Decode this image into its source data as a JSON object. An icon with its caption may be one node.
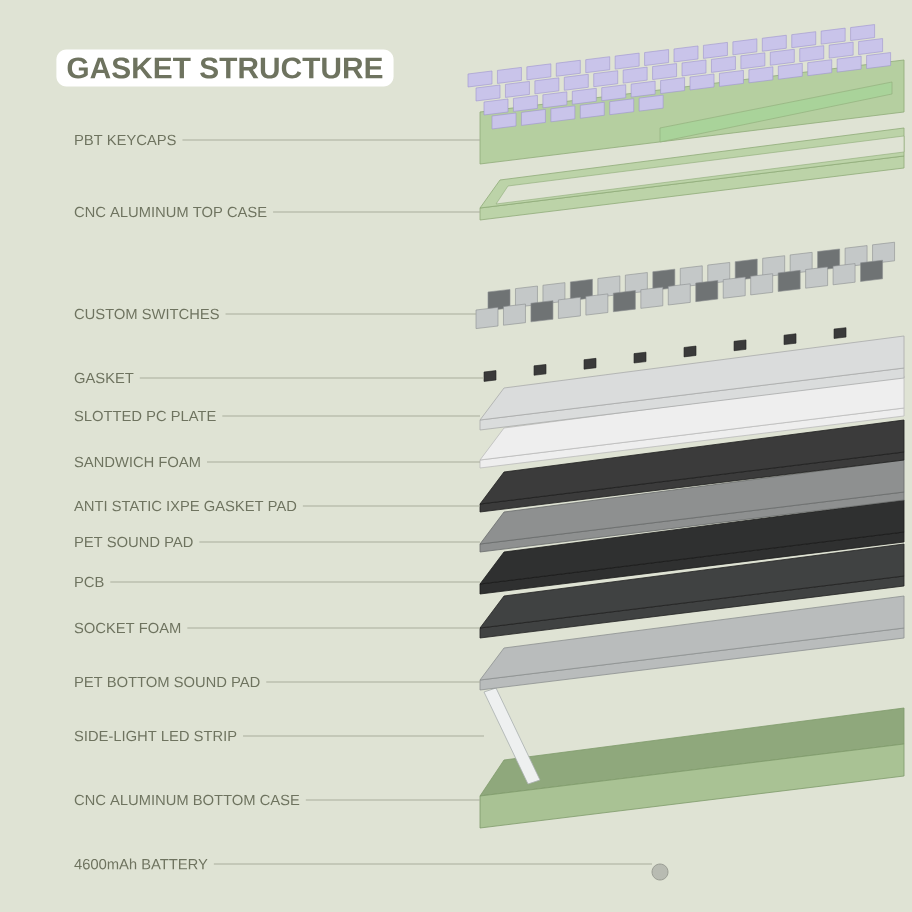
{
  "diagram": {
    "title": "GASKET STRUCTURE",
    "nodes": [
      {
        "text": [
          "PBT KEYCAPS"
        ]
      },
      {
        "text": [],
        "shape": "picture"
      },
      {
        "text": [
          "CNC ALUMINUM TOP CASE"
        ]
      },
      {
        "text": [],
        "shape": "picture"
      },
      {
        "text": [
          "CUSTOM SWITCHES"
        ]
      },
      {
        "text": [],
        "shape": "picture"
      },
      {
        "text": [
          "GASKET"
        ]
      },
      {
        "text": [],
        "shape": "picture"
      },
      {
        "text": [
          "SLOTTED PC PLATE"
        ]
      },
      {
        "text": [],
        "shape": "picture"
      },
      {
        "text": [
          "SANDWICH FOAM"
        ]
      },
      {
        "text": [],
        "shape": "picture"
      },
      {
        "text": [
          "ANTI STATIC IXPE GASKET PAD"
        ]
      },
      {
        "text": [],
        "shape": "picture"
      },
      {
        "text": [
          "PET SOUND PAD"
        ]
      },
      {
        "text": [],
        "shape": "picture"
      },
      {
        "text": [
          "PCB"
        ]
      },
      {
        "text": [],
        "shape": "picture"
      },
      {
        "text": [
          "SOCKET FOAM"
        ]
      },
      {
        "text": [],
        "shape": "picture"
      },
      {
        "text": [
          "PET BOTTOM SOUND PAD"
        ]
      },
      {
        "text": [],
        "shape": "picture"
      },
      {
        "text": [
          "SIDE-LIGHT LED STRIP"
        ]
      },
      {
        "text": [],
        "shape": "picture"
      },
      {
        "text": [
          "CNC ALUMINUM BOTTOM CASE"
        ]
      },
      {
        "text": [],
        "shape": "picture"
      },
      {
        "text": [
          "4600mAh BATTERY"
        ]
      },
      {
        "text": [],
        "shape": "circle"
      }
    ],
    "edges": [
      {
        "from": 0,
        "to": 1,
        "arrow": "none"
      },
      {
        "from": 2,
        "to": 3,
        "arrow": "none"
      },
      {
        "from": 4,
        "to": 5,
        "arrow": "none"
      },
      {
        "from": 6,
        "to": 7,
        "arrow": "none"
      },
      {
        "from": 8,
        "to": 9,
        "arrow": "none"
      },
      {
        "from": 10,
        "to": 11,
        "arrow": "none"
      },
      {
        "from": 12,
        "to": 13,
        "arrow": "none"
      },
      {
        "from": 14,
        "to": 15,
        "arrow": "none"
      },
      {
        "from": 16,
        "to": 17,
        "arrow": "none"
      },
      {
        "from": 18,
        "to": 19,
        "arrow": "none"
      },
      {
        "from": 20,
        "to": 21,
        "arrow": "none"
      },
      {
        "from": 22,
        "to": 23,
        "arrow": "none"
      },
      {
        "from": 24,
        "to": 25,
        "arrow": "none"
      },
      {
        "from": 26,
        "to": 27,
        "arrow": "none"
      }
    ]
  }
}
